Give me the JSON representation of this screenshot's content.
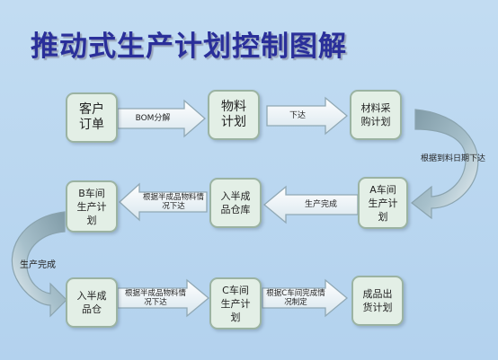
{
  "title": "推动式生产计划控制图解",
  "nodes": {
    "customer_order": [
      "客户",
      "订单"
    ],
    "material_plan": [
      "物料",
      "计划"
    ],
    "material_purchase": [
      "材料采",
      "购计划"
    ],
    "workshop_a": [
      "A车间",
      "生产计",
      "划"
    ],
    "semi_warehouse": [
      "入半成",
      "品仓库"
    ],
    "workshop_b": [
      "B车间",
      "生产计",
      "划"
    ],
    "semi_storage": [
      "入半成",
      "品仓"
    ],
    "workshop_c": [
      "C车间",
      "生产计",
      "划"
    ],
    "finished_shipping": [
      "成品出",
      "货计划"
    ]
  },
  "arrows": {
    "bom": "BOM分解",
    "issue": "下达",
    "by_arrival": "根据到料日期下达",
    "prod_done_a": "生产完成",
    "by_semi_b": "根据半成品物料情况下达",
    "prod_done_b": "生产完成",
    "by_semi_c": "根据半成品物料情况下达",
    "by_c_done": "根据C车间完成情况制定"
  }
}
